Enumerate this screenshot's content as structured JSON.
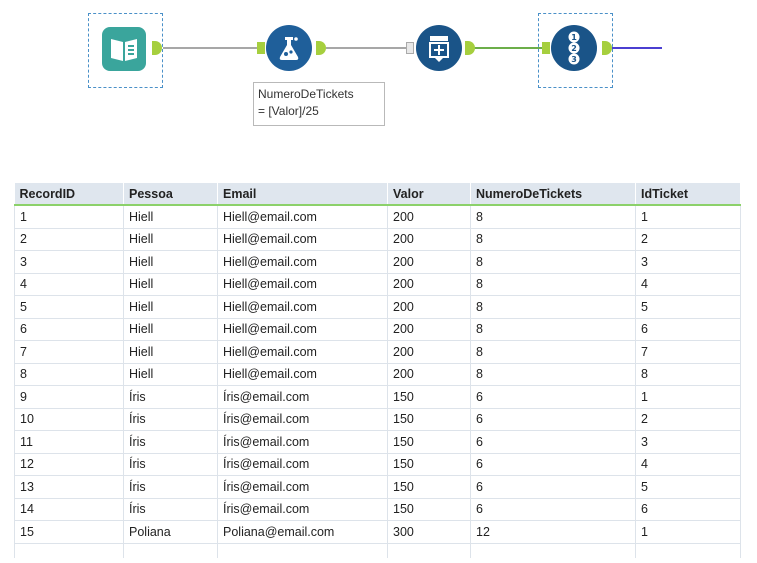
{
  "workflow": {
    "nodes": [
      {
        "name": "input-data-tool",
        "icon": "book-icon"
      },
      {
        "name": "formula-tool",
        "icon": "flask-icon"
      },
      {
        "name": "generate-rows-tool",
        "icon": "add-rows-icon"
      },
      {
        "name": "record-id-tool",
        "icon": "numbered-list-icon"
      }
    ],
    "annotation": {
      "line1": "NumeroDeTickets",
      "line2": "= [Valor]/25"
    },
    "colors": {
      "wire_default": "#a7a7a7",
      "wire_success": "#6cae4a",
      "wire_output": "#4b3fd1",
      "anchor": "#a6cf3e",
      "tool_blue": "#1f5f9a",
      "tool_teal": "#3aa59c"
    }
  },
  "results": {
    "columns": [
      "RecordID",
      "Pessoa",
      "Email",
      "Valor",
      "NumeroDeTickets",
      "IdTicket"
    ],
    "rows": [
      [
        "1",
        "Hiell",
        "Hiell@email.com",
        "200",
        "8",
        "1"
      ],
      [
        "2",
        "Hiell",
        "Hiell@email.com",
        "200",
        "8",
        "2"
      ],
      [
        "3",
        "Hiell",
        "Hiell@email.com",
        "200",
        "8",
        "3"
      ],
      [
        "4",
        "Hiell",
        "Hiell@email.com",
        "200",
        "8",
        "4"
      ],
      [
        "5",
        "Hiell",
        "Hiell@email.com",
        "200",
        "8",
        "5"
      ],
      [
        "6",
        "Hiell",
        "Hiell@email.com",
        "200",
        "8",
        "6"
      ],
      [
        "7",
        "Hiell",
        "Hiell@email.com",
        "200",
        "8",
        "7"
      ],
      [
        "8",
        "Hiell",
        "Hiell@email.com",
        "200",
        "8",
        "8"
      ],
      [
        "9",
        "Íris",
        "Íris@email.com",
        "150",
        "6",
        "1"
      ],
      [
        "10",
        "Íris",
        "Íris@email.com",
        "150",
        "6",
        "2"
      ],
      [
        "11",
        "Íris",
        "Íris@email.com",
        "150",
        "6",
        "3"
      ],
      [
        "12",
        "Íris",
        "Íris@email.com",
        "150",
        "6",
        "4"
      ],
      [
        "13",
        "Íris",
        "Íris@email.com",
        "150",
        "6",
        "5"
      ],
      [
        "14",
        "Íris",
        "Íris@email.com",
        "150",
        "6",
        "6"
      ],
      [
        "15",
        "Poliana",
        "Poliana@email.com",
        "300",
        "12",
        "1"
      ]
    ]
  }
}
